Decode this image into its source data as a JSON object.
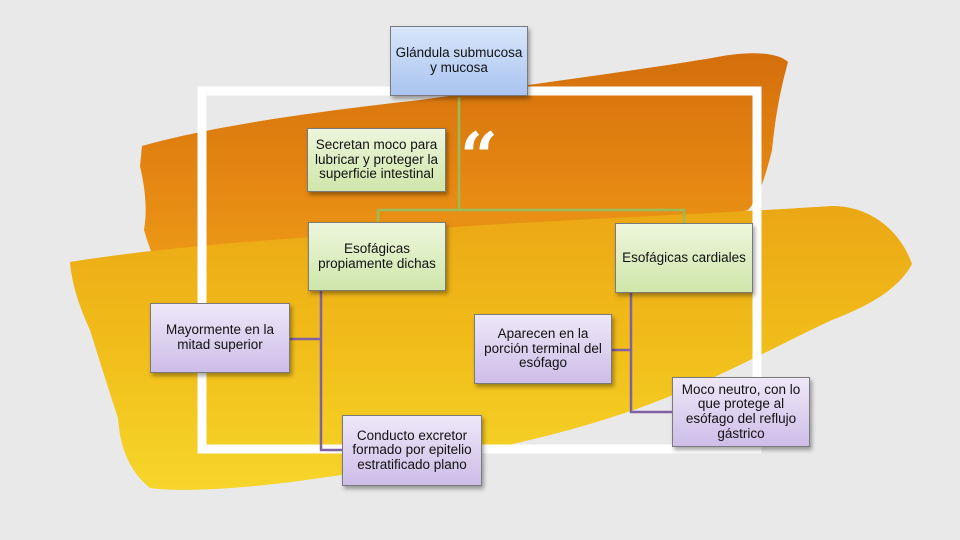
{
  "diagram": {
    "root": {
      "label": "Glándula submucosa y mucosa"
    },
    "note": {
      "label": "Secretan moco para lubricar y proteger la superficie intestinal"
    },
    "quote_mark": "“",
    "branches": [
      {
        "label": "Esofágicas propiamente dichas",
        "details": [
          {
            "label": "Mayormente  en la mitad superior"
          },
          {
            "label": "Conducto excretor formado por epitelio estratificado plano"
          }
        ]
      },
      {
        "label": "Esofágicas cardiales",
        "details": [
          {
            "label": "Aparecen en la porción terminal del esófago"
          },
          {
            "label": "Moco neutro, con lo que protege al esófago del reflujo gástrico"
          }
        ]
      }
    ]
  },
  "colors": {
    "brush_orange": "#e07f12",
    "brush_yellow": "#f0c51a",
    "frame": "#ffffff",
    "connector_green": "#9bbb59",
    "connector_purple": "#7e62a1"
  }
}
